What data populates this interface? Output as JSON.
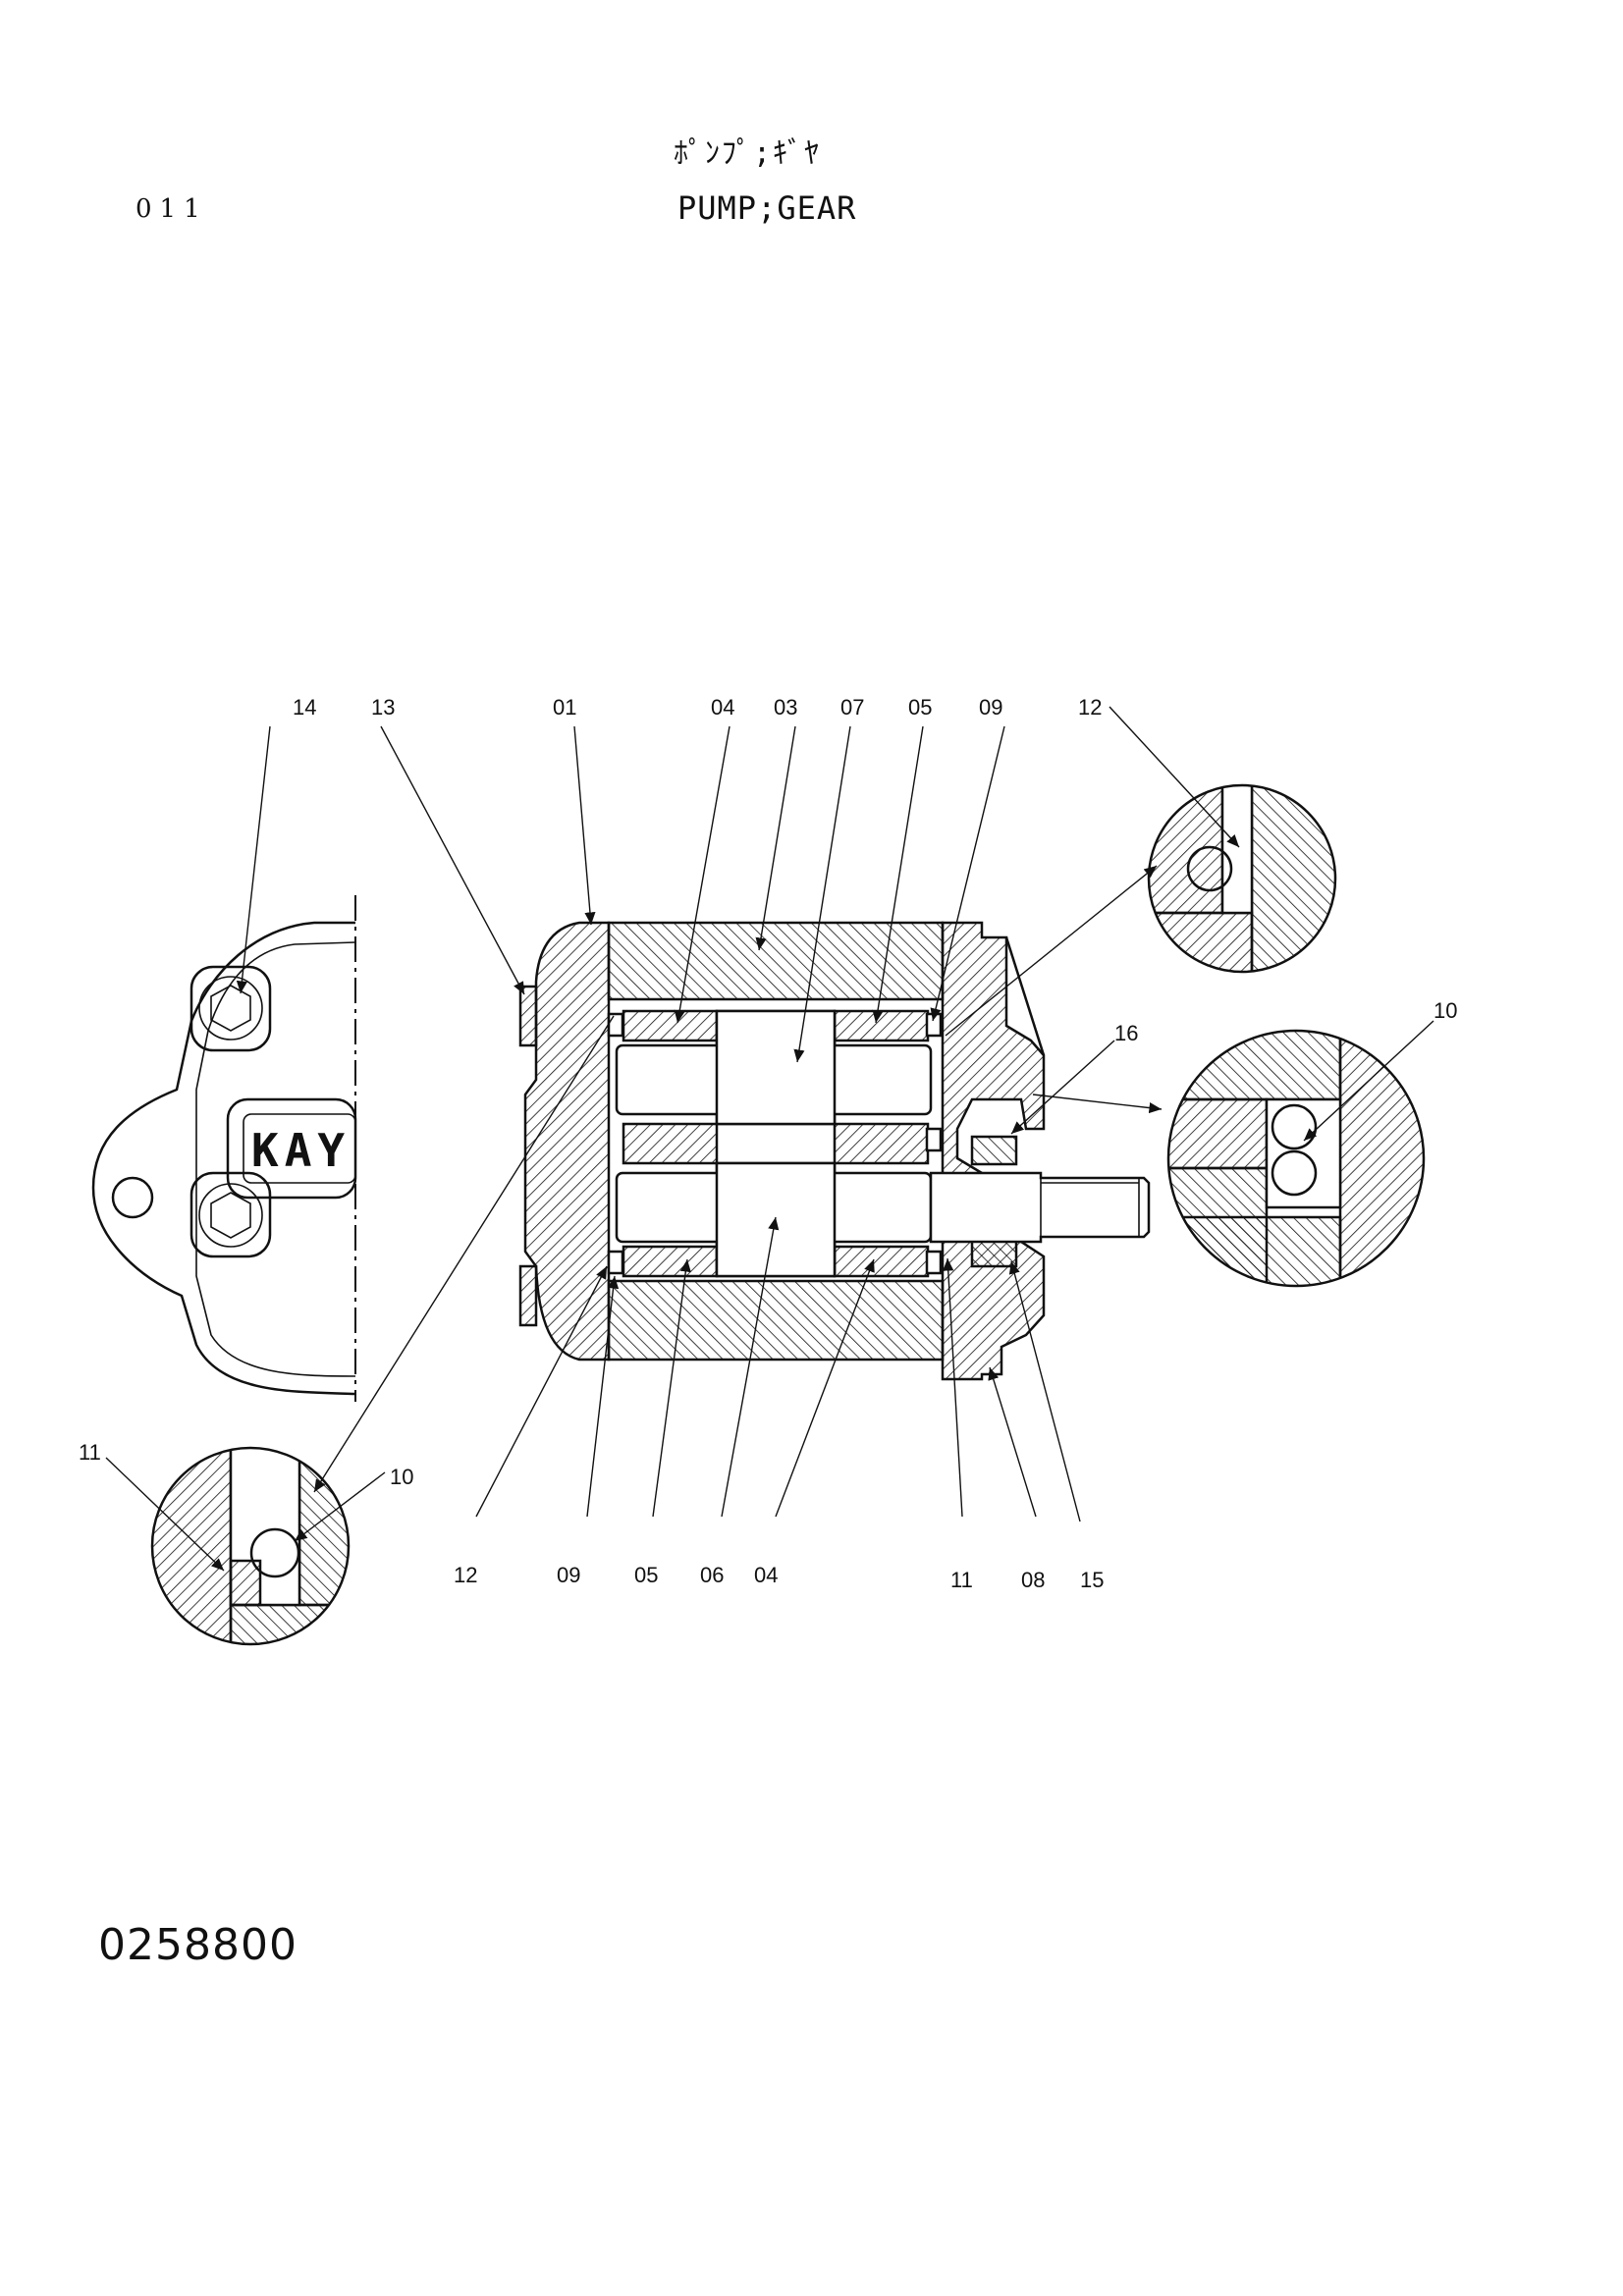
{
  "header": {
    "page_id": "011",
    "title_kana": "ﾎﾟﾝﾌﾟ;ｷﾞﾔ",
    "title_en": "PUMP;GEAR"
  },
  "footer": {
    "drawing_number": "0258800"
  },
  "logo_text": "KAY",
  "callouts": {
    "c14": "14",
    "c13": "13",
    "c01": "01",
    "c04_top": "04",
    "c03": "03",
    "c07": "07",
    "c05_top": "05",
    "c09_top": "09",
    "c12_top": "12",
    "c16": "16",
    "c10_right": "10",
    "c11_left": "11",
    "c10_left": "10",
    "c12_bottom": "12",
    "c09_bottom": "09",
    "c05_bottom": "05",
    "c06": "06",
    "c04_bottom": "04",
    "c11_bottom": "11",
    "c08": "08",
    "c15": "15"
  }
}
